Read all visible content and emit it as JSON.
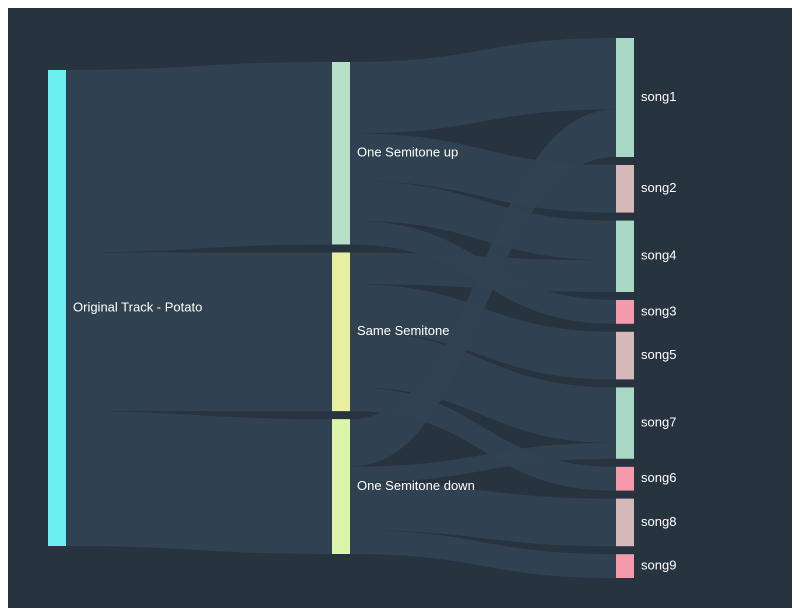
{
  "colors": {
    "panel_background": "#283340",
    "link": "#314352",
    "node_label": "#ffffff"
  },
  "chart_data": {
    "type": "sankey",
    "title": "",
    "nodes": [
      {
        "name": "Original Track - Potato",
        "color": "#6bf0ef"
      },
      {
        "name": "One Semitone up",
        "color": "#b8e0c8"
      },
      {
        "name": "Same Semitone",
        "color": "#e8f0a0"
      },
      {
        "name": "One Semitone down",
        "color": "#ddf5a8"
      },
      {
        "name": "song1",
        "color": "#a8d8c4"
      },
      {
        "name": "song2",
        "color": "#d5b8b8"
      },
      {
        "name": "song4",
        "color": "#a8d8c4"
      },
      {
        "name": "song3",
        "color": "#f59aac"
      },
      {
        "name": "song5",
        "color": "#d5b8b8"
      },
      {
        "name": "song7",
        "color": "#a8d8c4"
      },
      {
        "name": "song6",
        "color": "#f59aac"
      },
      {
        "name": "song8",
        "color": "#d5b8b8"
      },
      {
        "name": "song9",
        "color": "#f59aac"
      }
    ],
    "links": [
      {
        "source": "Original Track - Potato",
        "target": "One Semitone up",
        "value": 11.5
      },
      {
        "source": "Original Track - Potato",
        "target": "Same Semitone",
        "value": 10
      },
      {
        "source": "Original Track - Potato",
        "target": "One Semitone down",
        "value": 8.5
      },
      {
        "source": "One Semitone up",
        "target": "song1",
        "value": 4.5
      },
      {
        "source": "One Semitone up",
        "target": "song2",
        "value": 3
      },
      {
        "source": "One Semitone up",
        "target": "song3",
        "value": 1.5
      },
      {
        "source": "One Semitone up",
        "target": "song4",
        "value": 2.5
      },
      {
        "source": "Same Semitone",
        "target": "song4",
        "value": 2
      },
      {
        "source": "Same Semitone",
        "target": "song5",
        "value": 3
      },
      {
        "source": "Same Semitone",
        "target": "song6",
        "value": 1.5
      },
      {
        "source": "Same Semitone",
        "target": "song7",
        "value": 3.5
      },
      {
        "source": "One Semitone down",
        "target": "song7",
        "value": 1
      },
      {
        "source": "One Semitone down",
        "target": "song8",
        "value": 3
      },
      {
        "source": "One Semitone down",
        "target": "song9",
        "value": 1.5
      },
      {
        "source": "One Semitone down",
        "target": "song1",
        "value": 3
      }
    ]
  }
}
